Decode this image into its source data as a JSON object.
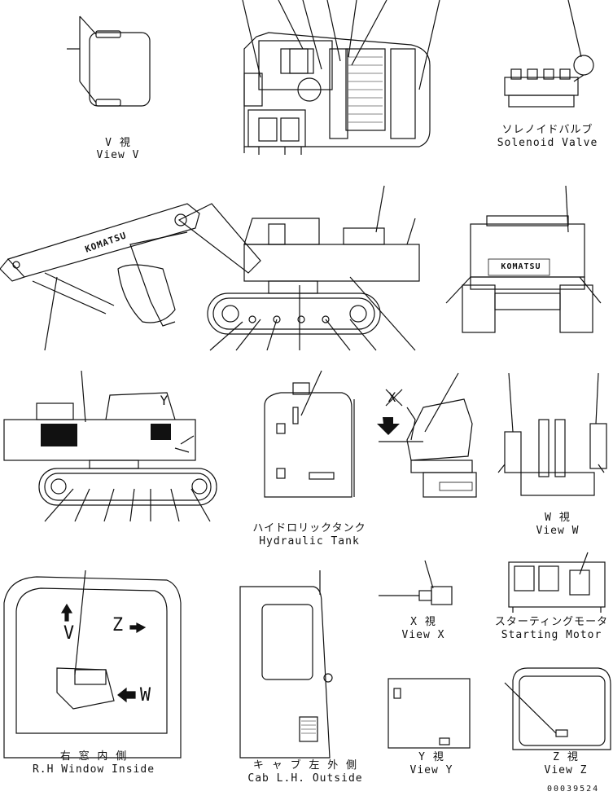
{
  "captions": {
    "view_v_jp": "V 視",
    "view_v_en": "View V",
    "solenoid_jp": "ソレノイドバルブ",
    "solenoid_en": "Solenoid Valve",
    "tank_jp": "ハイドロリックタンク",
    "tank_en": "Hydraulic Tank",
    "view_w_jp": "W 視",
    "view_w_en": "View W",
    "view_x_jp": "X 視",
    "view_x_en": "View X",
    "starting_jp": "スターティングモータ",
    "starting_en": "Starting Motor",
    "rh_window_jp": "右 窓 内 側",
    "rh_window_en": "R.H Window Inside",
    "cab_jp": "キ ャ ブ 左 外 側",
    "cab_en": "Cab L.H. Outside",
    "view_y_jp": "Y 視",
    "view_y_en": "View Y",
    "view_z_jp": "Z 視",
    "view_z_en": "View Z"
  },
  "markers": {
    "x": "X",
    "y": "Y",
    "v": "V",
    "z": "Z",
    "w": "W"
  },
  "logo": "KOMATSU",
  "document_number": "00039524"
}
